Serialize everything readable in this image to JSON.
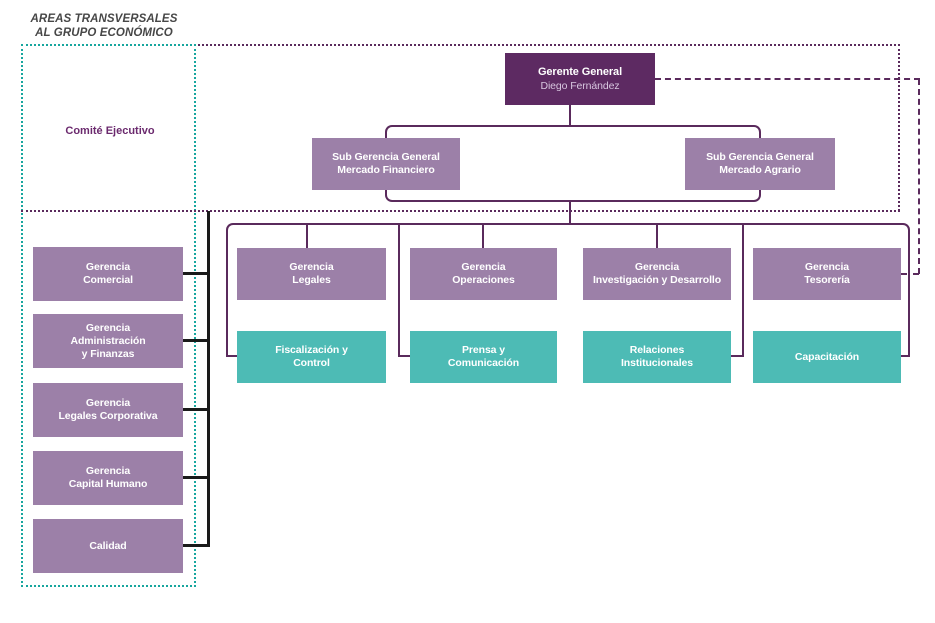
{
  "header": {
    "title": "AREAS TRANSVERSALES\nAL GRUPO ECONÓMICO"
  },
  "labels": {
    "comite": "Comité Ejecutivo"
  },
  "nodes": {
    "gerente": {
      "title": "Gerente General",
      "name": "Diego Fernández"
    },
    "sub_financiero": "Sub Gerencia General\nMercado Financiero",
    "sub_agrario": "Sub Gerencia General\nMercado Agrario",
    "left": [
      "Gerencia\nComercial",
      "Gerencia\nAdministración\ny Finanzas",
      "Gerencia\nLegales Corporativa",
      "Gerencia\nCapital Humano",
      "Calidad"
    ],
    "middle": [
      "Gerencia\nLegales",
      "Gerencia\nOperaciones",
      "Gerencia\nInvestigación y Desarrollo",
      "Gerencia\nTesorería"
    ],
    "teal": [
      "Fiscalización y\nControl",
      "Prensa y\nComunicación",
      "Relaciones\nInstitucionales",
      "Capacitación"
    ]
  },
  "palette": {
    "dark_purple": "#5D2A62",
    "medium_purple": "#9C80A8",
    "teal": "#4DBBB5",
    "line_purple": "#5A2A5C",
    "line_black": "#1A1A1A",
    "dotted_teal": "#17A69E",
    "title_text": "#474747",
    "comite_text": "#6B2A6E"
  }
}
